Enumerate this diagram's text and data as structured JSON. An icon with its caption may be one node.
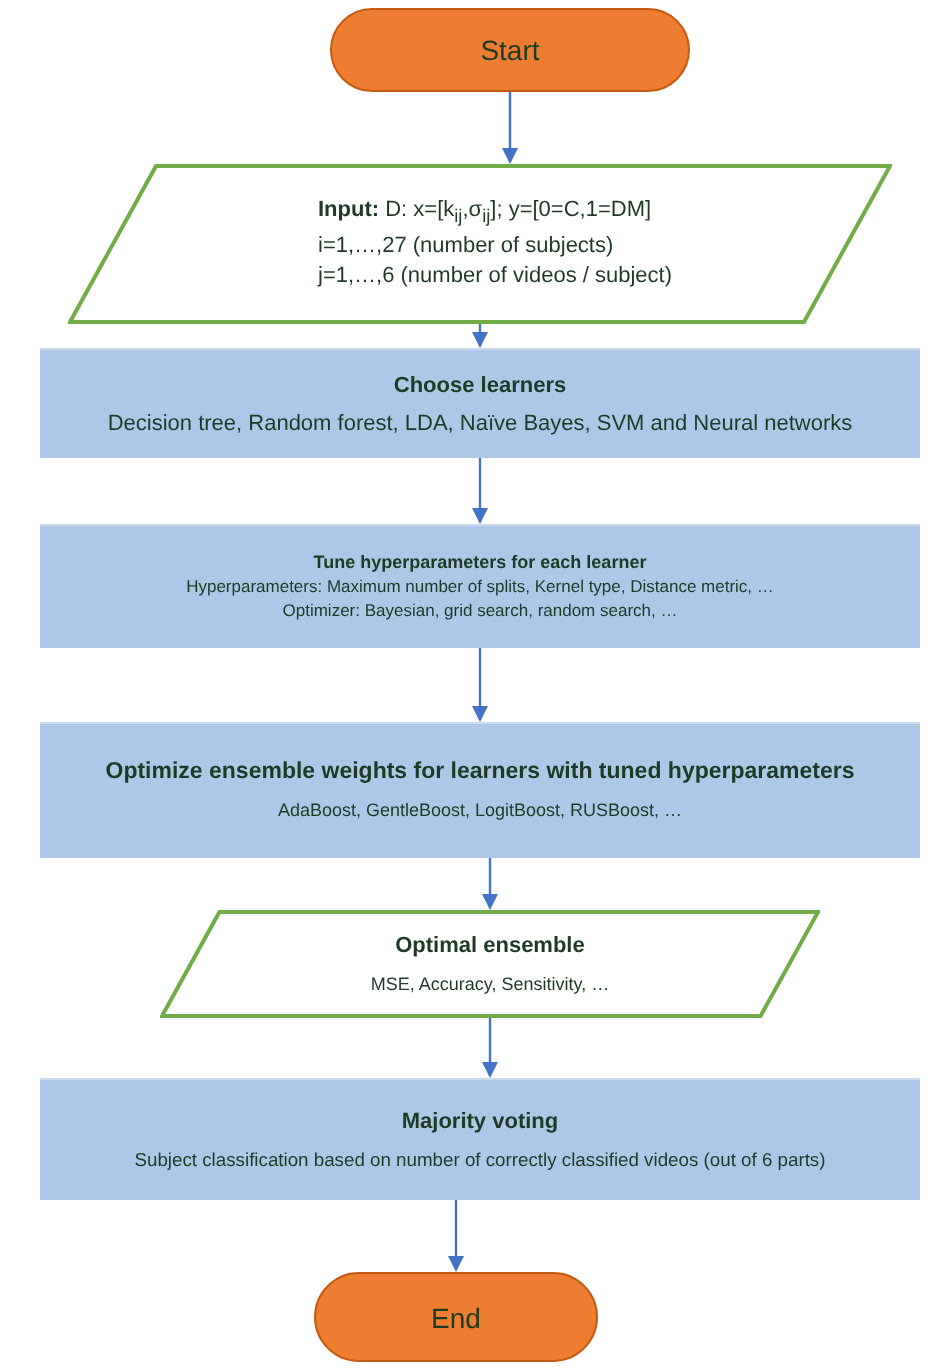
{
  "diagram": {
    "nodes": [
      {
        "text": [
          "Start"
        ]
      },
      {
        "text": [
          "**Input:** D: x=[k$_{ij}$,σ$_{ij}$]; y=[0=C,1=DM]",
          "i=1,…,27 (number of subjects)",
          "j=1,…,6 (number of videos / subject)"
        ]
      },
      {
        "text": [
          "Choose learners",
          "Decision tree, Random forest, LDA, Naïve Bayes, SVM and Neural networks"
        ]
      },
      {
        "text": [
          "Tune hyperparameters for each learner",
          "Hyperparameters: Maximum number of splits, Kernel type, Distance metric, …",
          "Optimizer: Bayesian, grid search, random search, …"
        ]
      },
      {
        "text": [
          "Optimize ensemble weights for learners with tuned hyperparameters",
          "AdaBoost, GentleBoost, LogitBoost, RUSBoost, …"
        ]
      },
      {
        "text": [
          "Optimal ensemble",
          "MSE, Accuracy, Sensitivity, …"
        ]
      },
      {
        "text": [
          "Majority voting",
          "Subject classification based on number of correctly classified videos (out of 6 parts)"
        ]
      },
      {
        "text": [
          "End"
        ]
      }
    ],
    "edges": [
      {
        "from": 0,
        "to": 1,
        "arrow": "to"
      },
      {
        "from": 1,
        "to": 2,
        "arrow": "to"
      },
      {
        "from": 2,
        "to": 3,
        "arrow": "to"
      },
      {
        "from": 3,
        "to": 4,
        "arrow": "to"
      },
      {
        "from": 4,
        "to": 5,
        "arrow": "to"
      },
      {
        "from": 5,
        "to": 6,
        "arrow": "to"
      },
      {
        "from": 6,
        "to": 7,
        "arrow": "to"
      }
    ]
  }
}
